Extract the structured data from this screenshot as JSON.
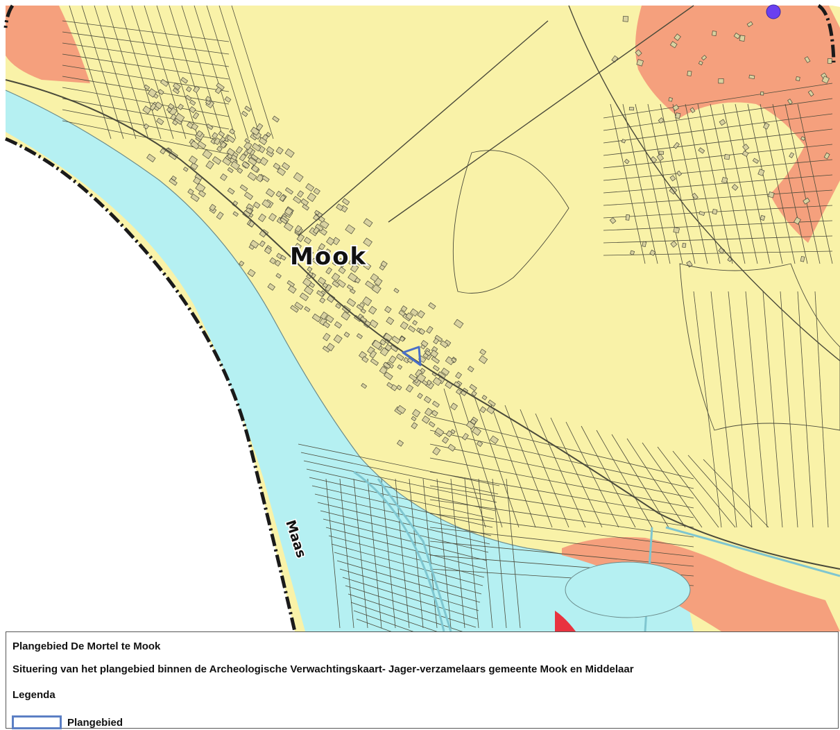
{
  "map": {
    "place_label": "Mook",
    "river_label": "Maas",
    "colors": {
      "land": "#f9f2a8",
      "water": "#b5f0f2",
      "high_expectation": "#f5a07d",
      "very_high_expectation": "#e8333f",
      "parcel_lines": "#4a4a3a",
      "plangebied_outline": "#4a6fc7",
      "point_marker": "#6a3ff0",
      "border": "#1a1a1a"
    }
  },
  "legend": {
    "title": "Plangebied De Mortel te Mook",
    "subtitle": "Situering van het plangebied binnen de Archeologische Verwachtingskaart- Jager-verzamelaars gemeente Mook en Middelaar",
    "heading": "Legenda",
    "items": [
      {
        "label": "Plangebied",
        "swatch_color": "#5b7fc4"
      }
    ]
  }
}
